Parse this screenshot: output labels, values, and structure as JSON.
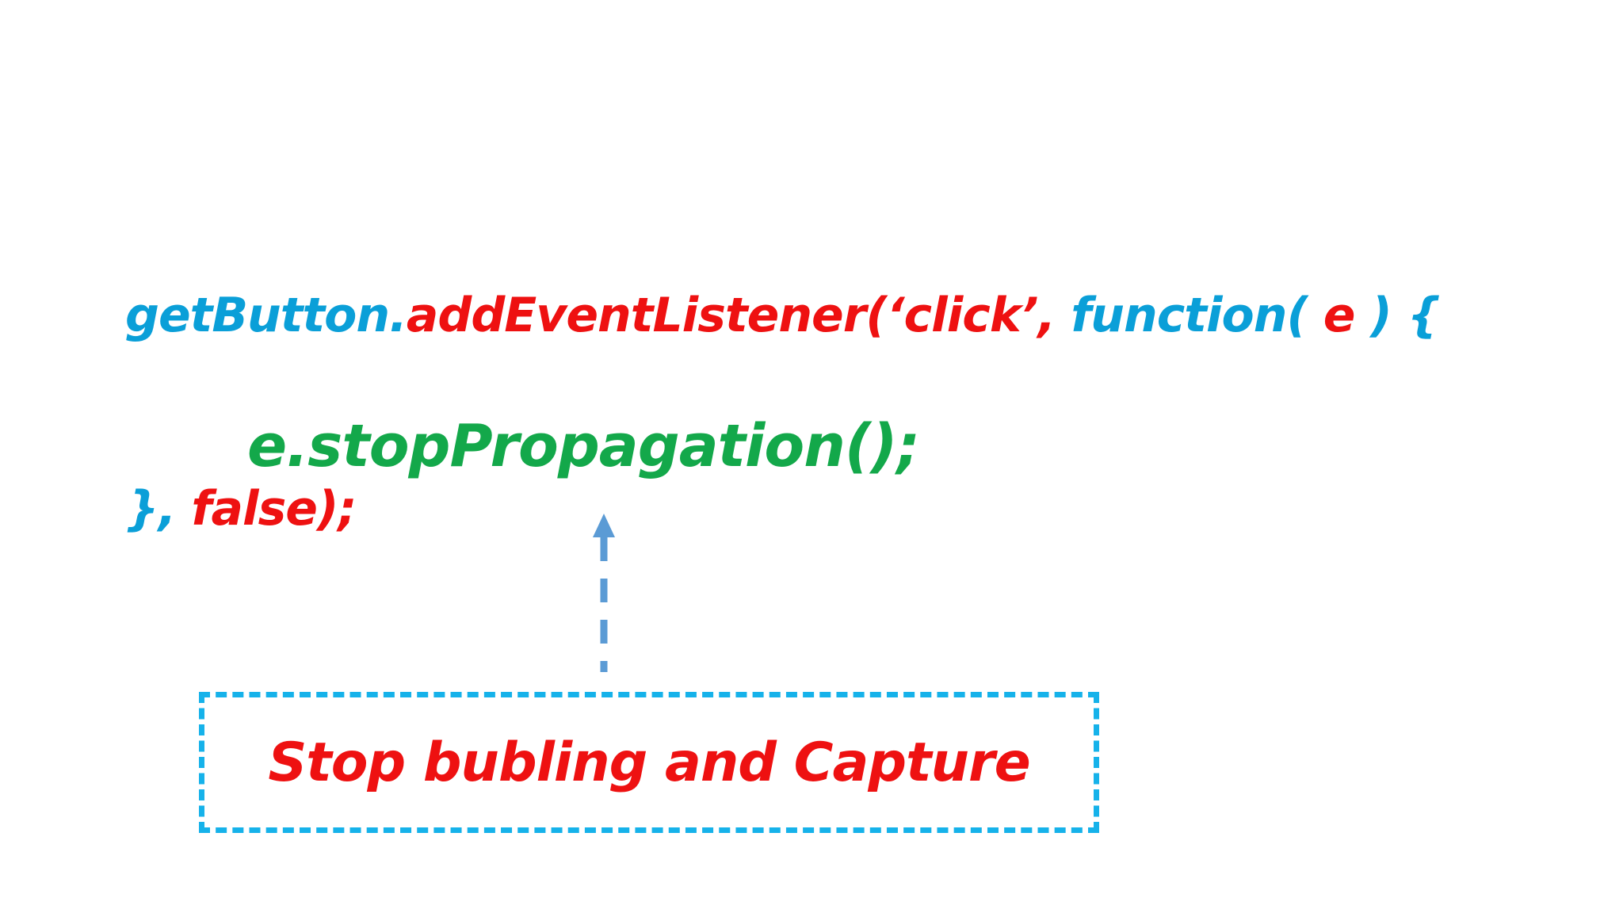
{
  "code": {
    "line1": {
      "object": "getButton.",
      "method": "addEventListener(",
      "event_arg": "‘click’,",
      "function_kw": " function(",
      "param": " e ",
      "open_brace": ") {"
    },
    "line2": {
      "call": "e.stopPropagation();"
    },
    "line3": {
      "close_brace": "},",
      "use_capture": " false);"
    }
  },
  "callout": {
    "label": "Stop bubling and Capture"
  },
  "colors": {
    "blue": "#0a9fd8",
    "red": "#ee1111",
    "green": "#13a84a",
    "arrow": "#5b9bd5",
    "box_border": "#16b2ea"
  },
  "icons": {
    "arrow": "dashed-up-arrow-icon"
  }
}
